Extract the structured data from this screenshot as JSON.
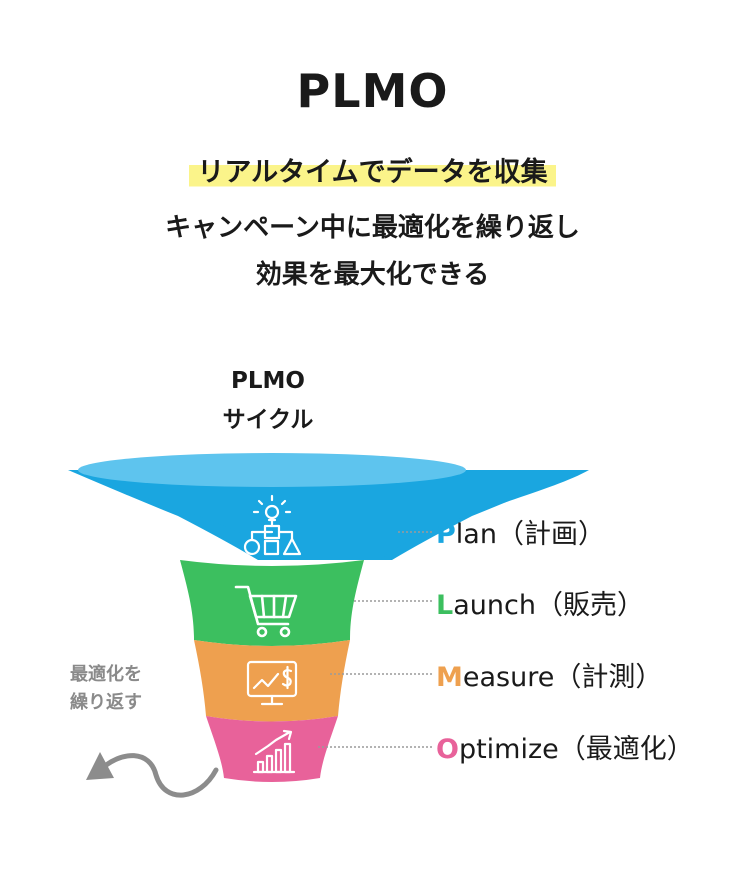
{
  "title": "PLMO",
  "highlight": "リアルタイムでデータを収集",
  "subtitle_lines": [
    "キャンペーン中に最適化を繰り返し",
    "効果を最大化できる"
  ],
  "cycle_label": [
    "PLMO",
    "サイクル"
  ],
  "loop_label": [
    "最適化を",
    "繰り返す"
  ],
  "stages": [
    {
      "initial": "P",
      "rest": "lan（計画）",
      "color": "#1aa6e0",
      "icon": "lightbulb-shapes-icon"
    },
    {
      "initial": "L",
      "rest": "aunch（販売）",
      "color": "#3cbf5f",
      "icon": "shopping-cart-icon"
    },
    {
      "initial": "M",
      "rest": "easure（計測）",
      "color": "#eea04f",
      "icon": "monitor-chart-dollar-icon"
    },
    {
      "initial": "O",
      "rest": "ptimize（最適化）",
      "color": "#e8629a",
      "icon": "bar-chart-growth-icon"
    }
  ],
  "colors": {
    "rim": "#5ec4ee",
    "arrow": "#8c8c8c",
    "highlight": "#fbf48a"
  }
}
